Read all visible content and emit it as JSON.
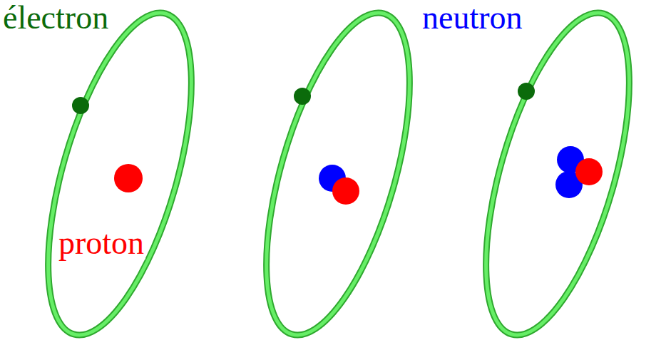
{
  "diagram": {
    "labels": [
      "électron",
      "neutron",
      "proton"
    ]
  }
}
